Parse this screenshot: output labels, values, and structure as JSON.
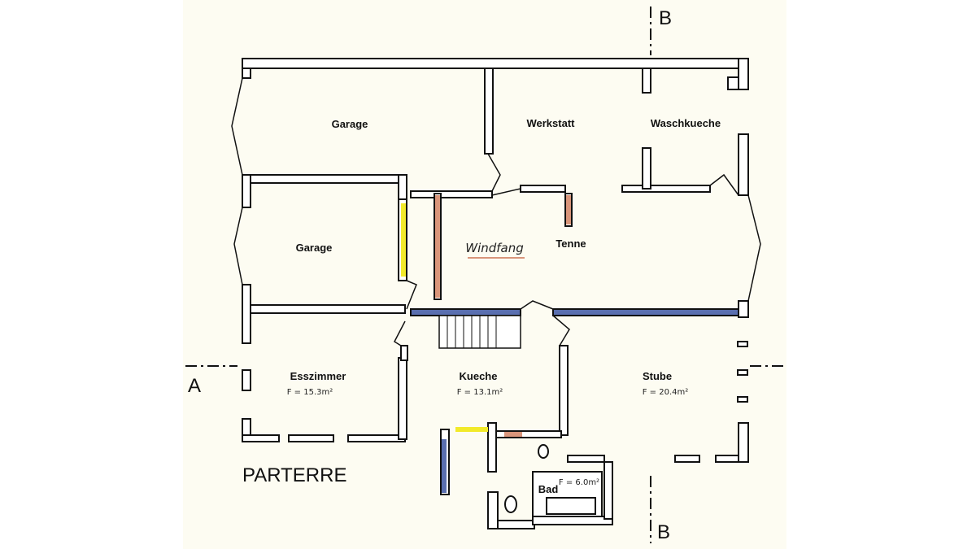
{
  "plan_title": "PARTERRE",
  "section_markers": {
    "a_left": "A",
    "b_top": "B",
    "b_bottom": "B"
  },
  "rooms": {
    "garage_top": {
      "name": "Garage"
    },
    "garage_bottom": {
      "name": "Garage"
    },
    "werkstatt": {
      "name": "Werkstatt"
    },
    "waschkueche": {
      "name": "Waschkueche"
    },
    "windfang": {
      "name": "Windfang"
    },
    "tenne": {
      "name": "Tenne"
    },
    "esszimmer": {
      "name": "Esszimmer",
      "area": "F = 15.3m²"
    },
    "kueche": {
      "name": "Kueche",
      "area": "F = 13.1m²"
    },
    "stube": {
      "name": "Stube",
      "area": "F = 20.4m²"
    },
    "bad": {
      "name": "Bad",
      "area": "F = 6.0m²"
    }
  },
  "colors": {
    "paper": "#fdfcf2",
    "yellow": "#f2ea2a",
    "blue": "#5a6fb0",
    "pink": "#d9957a"
  }
}
